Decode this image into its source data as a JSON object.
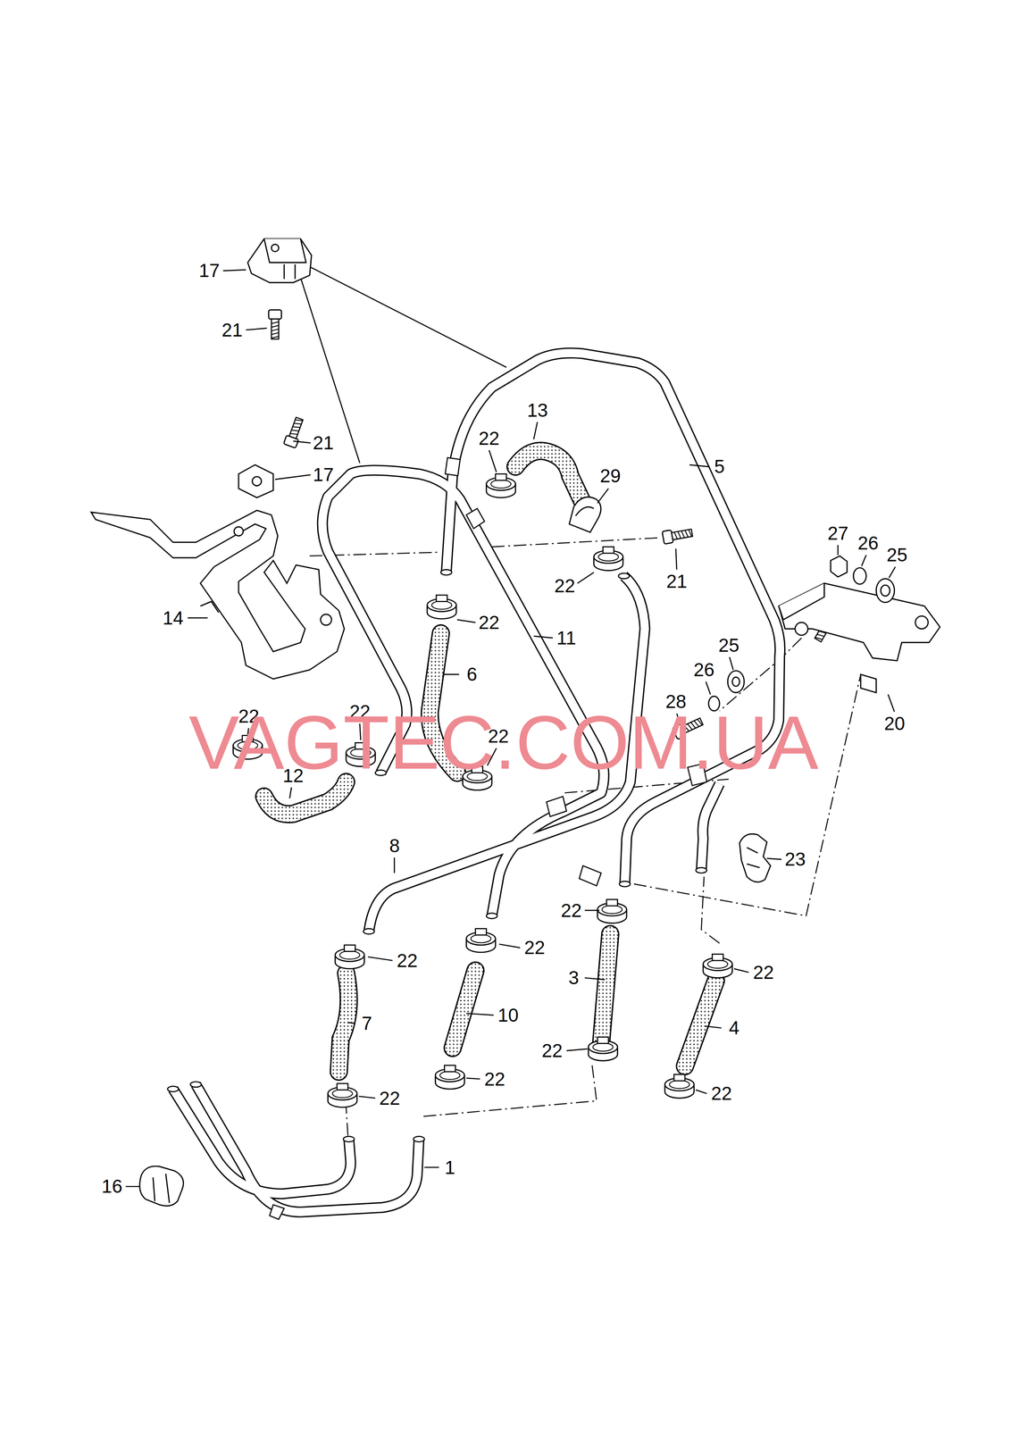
{
  "diagram": {
    "labels": [
      "17",
      "21",
      "13",
      "22",
      "21",
      "5",
      "17",
      "29",
      "27",
      "26",
      "25",
      "21",
      "22",
      "14",
      "22",
      "11",
      "25",
      "26",
      "6",
      "28",
      "22",
      "22",
      "20",
      "22",
      "VAGTEC.COM.UA",
      "12",
      "8",
      "23",
      "22",
      "22",
      "22",
      "22",
      "3",
      "10",
      "7",
      "4",
      "22",
      "22",
      "22",
      "22",
      "1",
      "16"
    ]
  }
}
